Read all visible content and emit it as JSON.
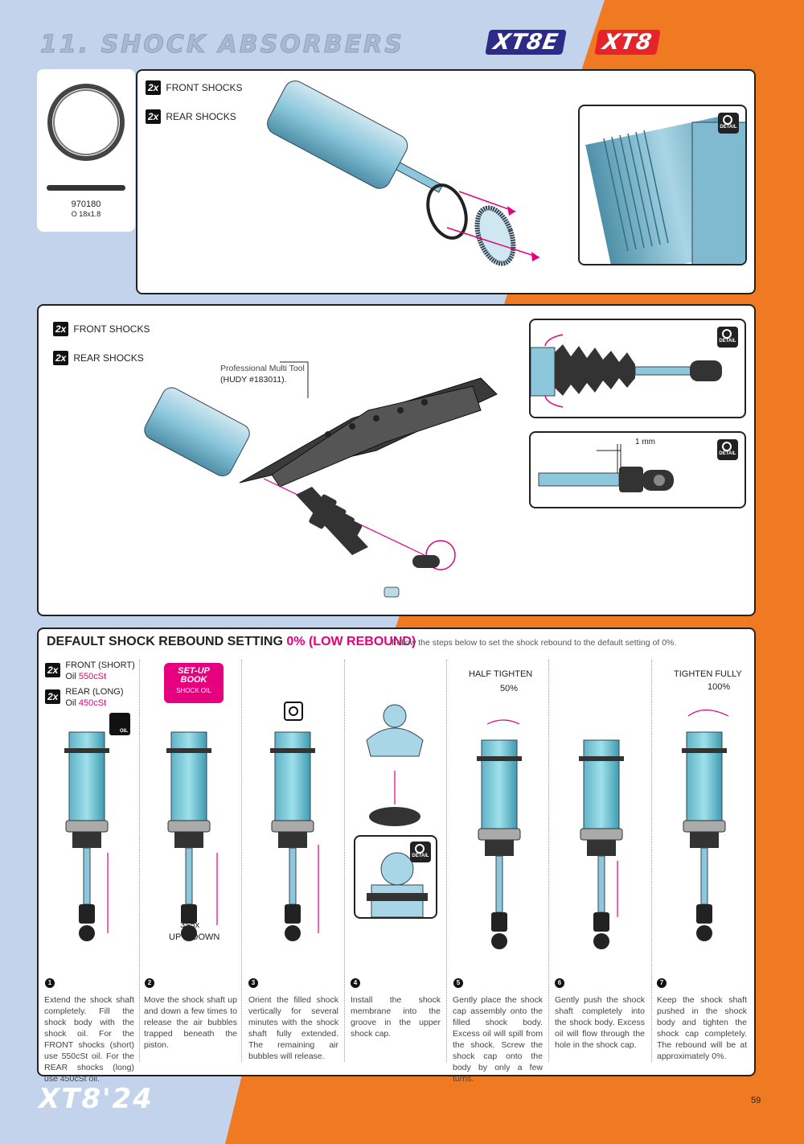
{
  "header": {
    "title": "11. SHOCK ABSORBERS",
    "brand_1": "XT8E",
    "brand_2": "XT8"
  },
  "part": {
    "number": "970180",
    "desc": "O 18x1.8"
  },
  "step_a": {
    "qty_1": "2x",
    "label_1": "FRONT SHOCKS",
    "qty_2": "2x",
    "label_2": "REAR SHOCKS",
    "detail": "DETAIL"
  },
  "step_b": {
    "qty_1": "2x",
    "label_1": "FRONT SHOCKS",
    "qty_2": "2x",
    "label_2": "REAR SHOCKS",
    "tool_line1": "Professional Multi Tool",
    "tool_line2": "(HUDY #183011).",
    "detail_1": "DETAIL",
    "detail_2": "DETAIL",
    "measure": "1 mm"
  },
  "rebound": {
    "title_main": "DEFAULT SHOCK REBOUND SETTING",
    "title_hl": "0% (LOW  REBOUND)",
    "follow": "Follow the steps below to set the shock rebound to the default setting of 0%.",
    "qty_front": "2x",
    "front_label": "FRONT (SHORT)",
    "front_oil_prefix": "Oil",
    "front_oil": "550cSt",
    "qty_rear": "2x",
    "rear_label": "REAR (LONG)",
    "rear_oil_prefix": "Oil",
    "rear_oil": "450cSt",
    "oil_icon": "OIL",
    "setup_1": "SET-UP",
    "setup_2": "BOOK",
    "setup_3": "SHOCK OIL",
    "updown_1": "3~5x",
    "updown_2": "UP & DOWN",
    "half_tighten": "HALF TIGHTEN",
    "half_pct": "50%",
    "tighten_fully": "TIGHTEN FULLY",
    "full_pct": "100%",
    "detail": "DETAIL",
    "steps": [
      {
        "num": "1",
        "text": "Extend the shock shaft completely. Fill the shock body with the shock oil. For the FRONT shocks (short) use 550cSt oil. For the REAR shocks (long) use 450cSt oil."
      },
      {
        "num": "2",
        "text": "Move the shock shaft up and down a few times to release the air bubbles trapped beneath the piston."
      },
      {
        "num": "3",
        "text": "Orient the filled shock vertically for several minutes with the shock shaft fully extended. The remaining air bubbles will release."
      },
      {
        "num": "4",
        "text": "Install the shock membrane into the groove in the upper shock cap."
      },
      {
        "num": "5",
        "text": "Gently place the shock cap assembly onto the filled shock body. Excess oil will spill from the shock. Screw the shock cap onto the body by only a few turns."
      },
      {
        "num": "6",
        "text": "Gently push the shock shaft completely into the shock body. Excess oil will flow through the hole in the shock cap."
      },
      {
        "num": "7",
        "text": "Keep the shock shaft pushed in the shock body and tighten the shock cap completely. The rebound will be at approximately 0%."
      }
    ]
  },
  "footer": {
    "logo": "XT8'24",
    "page": "59"
  },
  "colors": {
    "blue_bg": "#c4d3ec",
    "orange_bg": "#f07a22",
    "accent": "#e6007e",
    "shock_blue": "#8cc7dc"
  }
}
